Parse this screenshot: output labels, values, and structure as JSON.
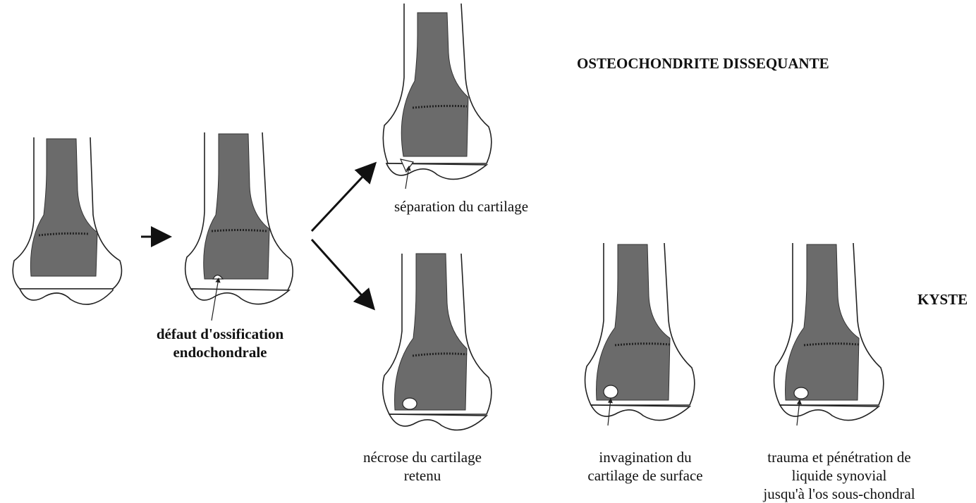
{
  "titles": {
    "osteochondritis": "OSTEOCHONDRITE DISSEQUANTE",
    "cyst": "KYSTE"
  },
  "labels": {
    "ossification_defect": [
      "défaut d'ossification",
      "endochondrale"
    ],
    "cartilage_separation": "séparation du cartilage",
    "retained_cartilage_necrosis": [
      "nécrose du cartilage",
      "retenu"
    ],
    "surface_cartilage_invagination": [
      "invagination du",
      "cartilage de surface"
    ],
    "trauma_synovial_penetration": [
      "trauma et pénétration de",
      "liquide synovial",
      "jusqu'à l'os sous-chondral"
    ]
  }
}
